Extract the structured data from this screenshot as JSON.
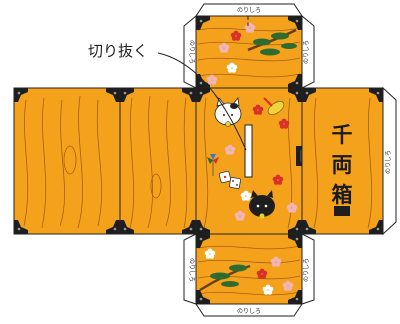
{
  "cut_label": "切り抜く",
  "glue_flap_label": "のりしろ",
  "box_title": [
    "千",
    "両",
    "箱"
  ],
  "colors": {
    "wood": "#f4a21c",
    "wood_grain": "#a85e10",
    "corner": "#1e1e1e",
    "fold_line": "#222222",
    "pine": "#2d6b2e",
    "plum_red": "#d9302a",
    "plum_white": "#ffffff"
  },
  "icons": [
    "pine-branch",
    "plum-blossom",
    "maneki-neko-white",
    "maneki-neko-black",
    "koban-coin",
    "dice",
    "pinwheel"
  ]
}
